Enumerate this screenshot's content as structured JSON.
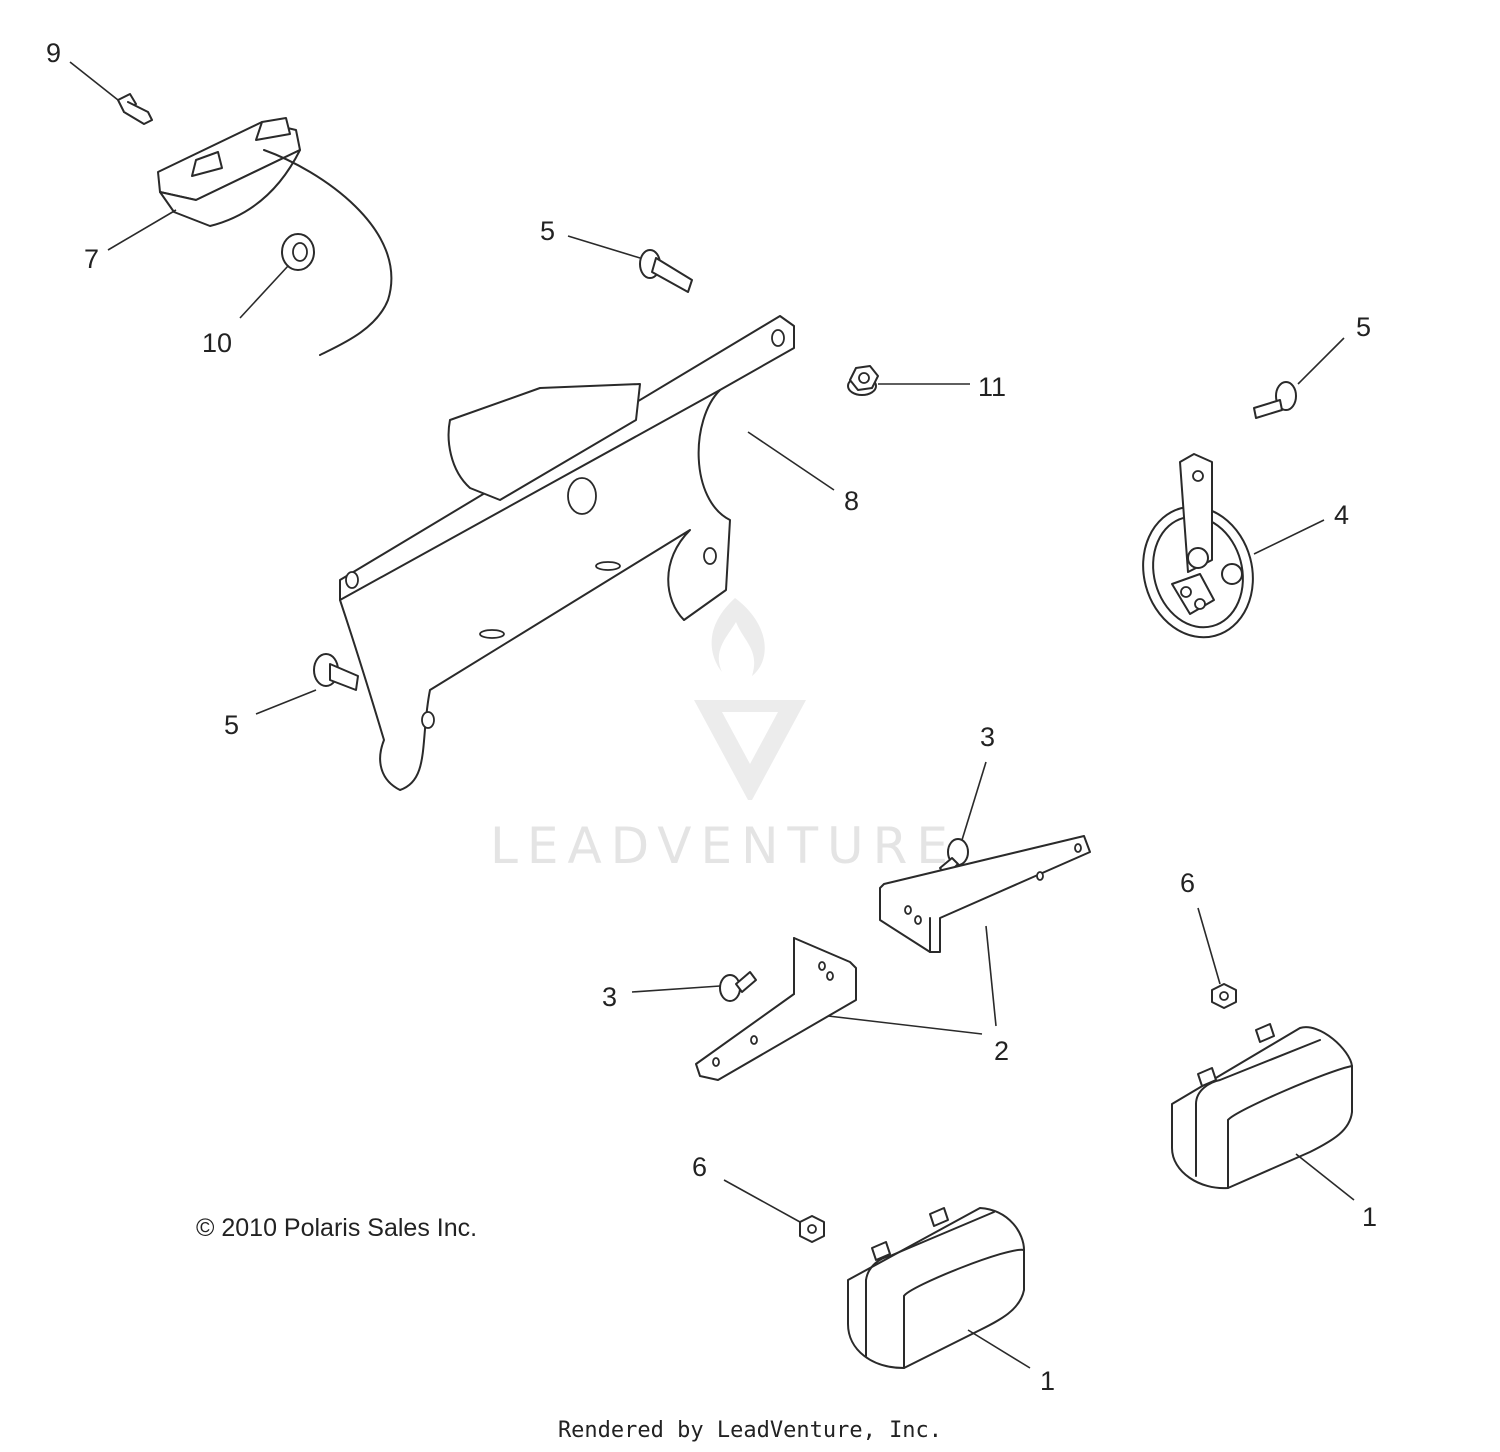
{
  "diagram": {
    "callouts": {
      "c1a": "1",
      "c1b": "1",
      "c2": "2",
      "c3a": "3",
      "c3b": "3",
      "c4": "4",
      "c5a": "5",
      "c5b": "5",
      "c5c": "5",
      "c6a": "6",
      "c6b": "6",
      "c7": "7",
      "c8": "8",
      "c9": "9",
      "c10": "10",
      "c11": "11"
    },
    "watermark_text": "LEADVENTURE",
    "copyright": "© 2010  Polaris Sales Inc.",
    "rendered_by": "Rendered by LeadVenture, Inc."
  }
}
